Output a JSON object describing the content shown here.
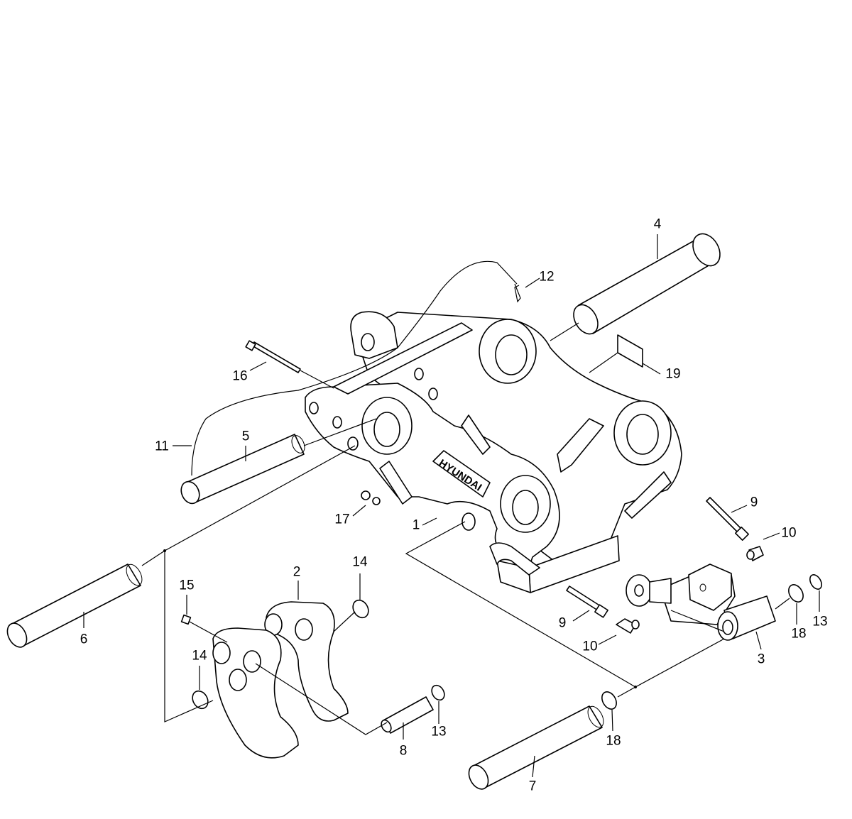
{
  "diagram": {
    "brand_mark": "HYUNDAI",
    "callouts": [
      {
        "id": "c4",
        "label": "4"
      },
      {
        "id": "c12",
        "label": "12"
      },
      {
        "id": "c19",
        "label": "19"
      },
      {
        "id": "c16",
        "label": "16"
      },
      {
        "id": "c11",
        "label": "11"
      },
      {
        "id": "c5",
        "label": "5"
      },
      {
        "id": "c9a",
        "label": "9"
      },
      {
        "id": "c10a",
        "label": "10"
      },
      {
        "id": "c17",
        "label": "17"
      },
      {
        "id": "c1",
        "label": "1"
      },
      {
        "id": "c14a",
        "label": "14"
      },
      {
        "id": "c2",
        "label": "2"
      },
      {
        "id": "c15",
        "label": "15"
      },
      {
        "id": "c6",
        "label": "6"
      },
      {
        "id": "c9b",
        "label": "9"
      },
      {
        "id": "c10b",
        "label": "10"
      },
      {
        "id": "c18a",
        "label": "18"
      },
      {
        "id": "c13a",
        "label": "13"
      },
      {
        "id": "c3",
        "label": "3"
      },
      {
        "id": "c14b",
        "label": "14"
      },
      {
        "id": "c8",
        "label": "8"
      },
      {
        "id": "c13b",
        "label": "13"
      },
      {
        "id": "c18b",
        "label": "18"
      },
      {
        "id": "c7",
        "label": "7"
      }
    ]
  }
}
